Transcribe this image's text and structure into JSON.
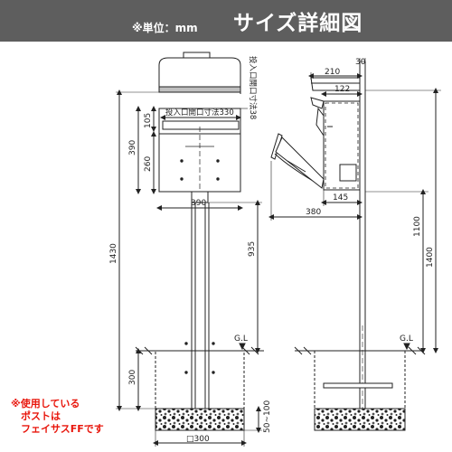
{
  "header": {
    "unit_note": "※単位：mm",
    "title": "サイズ詳細図"
  },
  "footnote": {
    "line1": "※使用している",
    "line2": "ポストは",
    "line3": "フェイサスFFです"
  },
  "front_view": {
    "dim_105": "105",
    "dim_390_height": "390",
    "dim_260": "260",
    "dim_390_width": "390",
    "dim_1430": "1430",
    "dim_935": "935",
    "dim_300_depth": "300",
    "dim_50_100": "50~100",
    "dim_square_300": "□300",
    "slot_width_label": "投入口開口寸法330",
    "slot_height_label": "投入口開口寸法38",
    "gl_label": "G.L"
  },
  "side_view": {
    "dim_30": "30",
    "dim_210": "210",
    "dim_122": "122",
    "dim_145": "145",
    "dim_380": "380",
    "dim_1100": "1100",
    "dim_1400": "1400",
    "gl_label": "G.L"
  },
  "colors": {
    "header_bg": "#5e5e5e",
    "note_red": "#e8160c",
    "line": "#222222"
  }
}
